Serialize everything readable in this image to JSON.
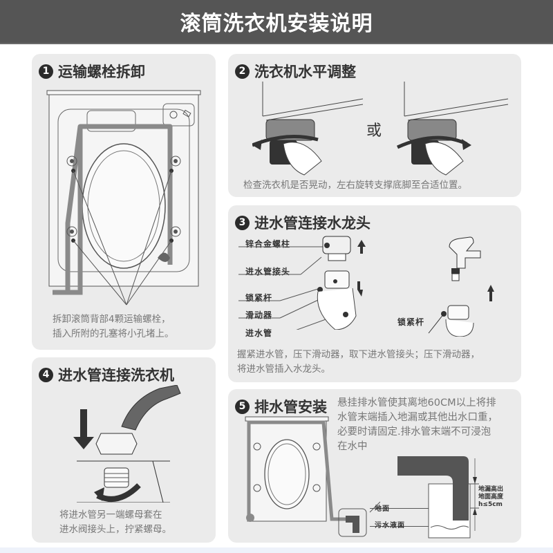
{
  "header": {
    "title": "滚筒洗衣机安装说明"
  },
  "steps": [
    {
      "number": "1",
      "title": "运输螺栓拆卸",
      "description": [
        "拆卸滚筒背部4颗运输螺栓，",
        "插入所附的孔塞将小孔堵上。"
      ]
    },
    {
      "number": "2",
      "title": "洗衣机水平调整",
      "or_label": "或",
      "description": [
        "检查洗衣机是否晃动，左右旋转支撑底脚至合适位置。"
      ]
    },
    {
      "number": "3",
      "title": "进水管连接水龙头",
      "labels": [
        "锌合金螺柱",
        "进水管接头",
        "锁紧杆",
        "滑动器",
        "进水管"
      ],
      "right_label": "锁紧杆",
      "description": [
        "握紧进水管，压下滑动器，取下进水管接头；压下滑动器，",
        "将进水管插入水龙头。"
      ]
    },
    {
      "number": "4",
      "title": "进水管连接洗衣机",
      "description": [
        "将进水管另一端螺母套在",
        "进水阀接头上，拧紧螺母。"
      ]
    },
    {
      "number": "5",
      "title": "排水管安装",
      "description": [
        "悬挂排水管使其离地60CM以上将排",
        "水管末端插入地漏或其他出水口重，",
        "必要时请固定.排水管末端不可浸泡",
        "在水中"
      ],
      "diagram_labels": {
        "ground": "地面",
        "sewage_level": "污水液面",
        "height_note": [
          "地漏高出",
          "地面高度",
          "h≤5cm"
        ]
      }
    }
  ],
  "colors": {
    "header_bg": "#555555",
    "panel_bg": "#ebebeb",
    "title_text": "#333333",
    "desc_text": "#777777",
    "hose_gray": "#8a8a8a"
  }
}
